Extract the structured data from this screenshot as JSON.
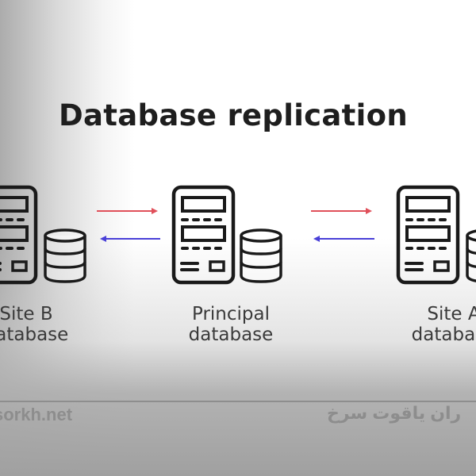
{
  "title": "Database replication",
  "nodes": [
    {
      "id": "site-b",
      "label_line1": "Site B",
      "label_line2": "database"
    },
    {
      "id": "principal",
      "label_line1": "Principal",
      "label_line2": "database"
    },
    {
      "id": "site-a",
      "label_line1": "Site A",
      "label_line2": "database"
    }
  ],
  "edges": [
    {
      "from": "site-b",
      "to": "principal",
      "direction": "right",
      "color": "#e0505a"
    },
    {
      "from": "principal",
      "to": "site-b",
      "direction": "left",
      "color": "#4a40d8"
    },
    {
      "from": "principal",
      "to": "site-a",
      "direction": "right",
      "color": "#e0505a"
    },
    {
      "from": "site-a",
      "to": "principal",
      "direction": "left",
      "color": "#4a40d8"
    }
  ],
  "icons": {
    "server": "server-icon",
    "database": "database-cylinder-icon"
  },
  "watermark": {
    "left_text": "sorkh.net",
    "right_text": "ران یاقوت سرخ"
  },
  "colors": {
    "stroke": "#1a1a1a",
    "forward_arrow": "#e0505a",
    "backward_arrow": "#4a40d8"
  }
}
